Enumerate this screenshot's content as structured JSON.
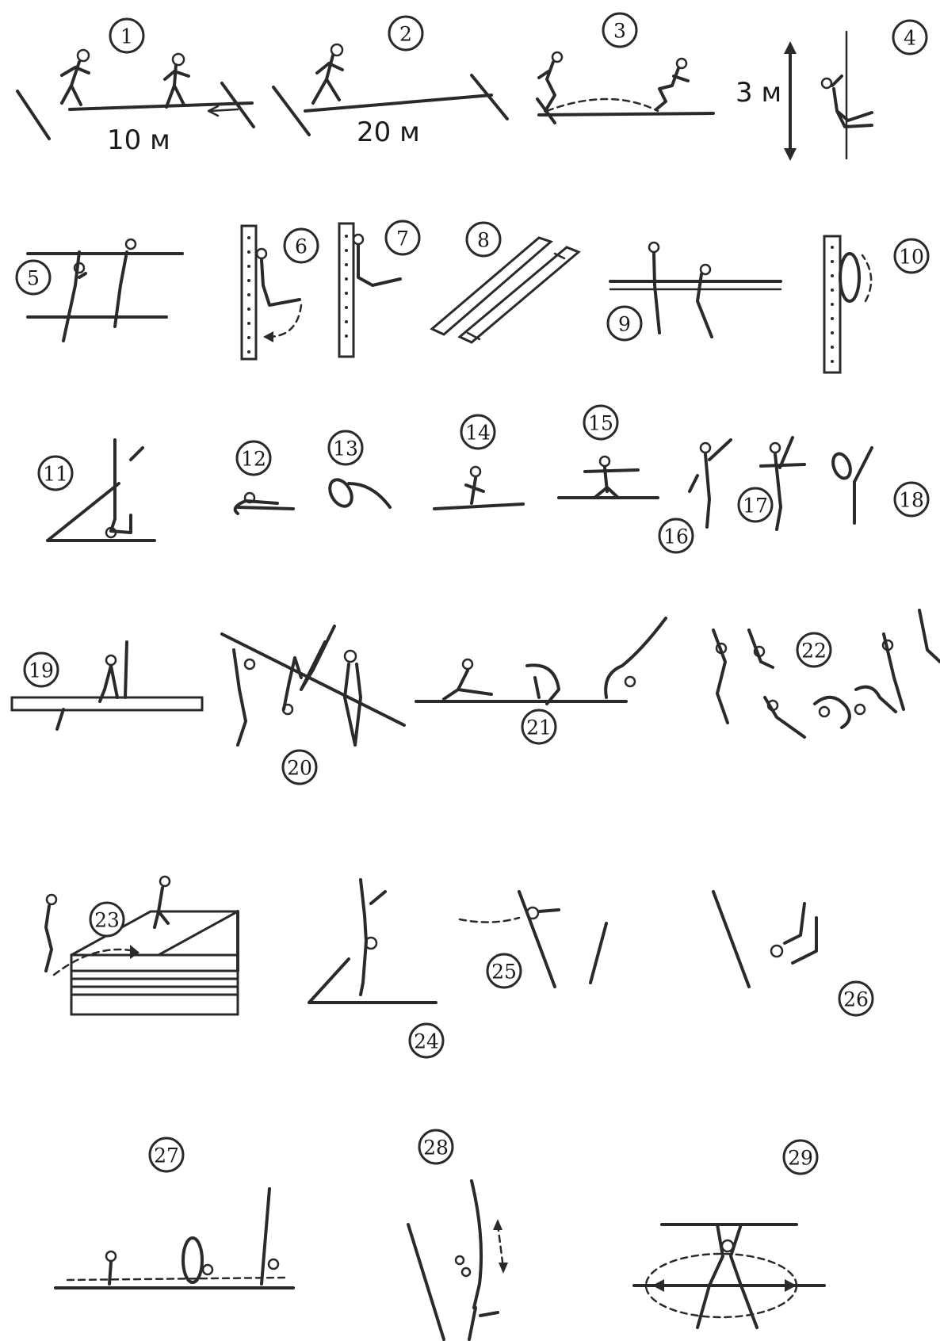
{
  "figure_numbers": [
    "1",
    "2",
    "3",
    "4",
    "5",
    "6",
    "7",
    "8",
    "9",
    "10",
    "11",
    "12",
    "13",
    "14",
    "15",
    "16",
    "17",
    "18",
    "19",
    "20",
    "21",
    "22",
    "23",
    "24",
    "25",
    "26",
    "27",
    "28",
    "29"
  ],
  "distance_labels": {
    "exercise_1": "10 м",
    "exercise_2": "20 м",
    "exercise_4": "3 м"
  },
  "colors": {
    "ink": "#2a2a2a",
    "paper": "#ffffff"
  }
}
